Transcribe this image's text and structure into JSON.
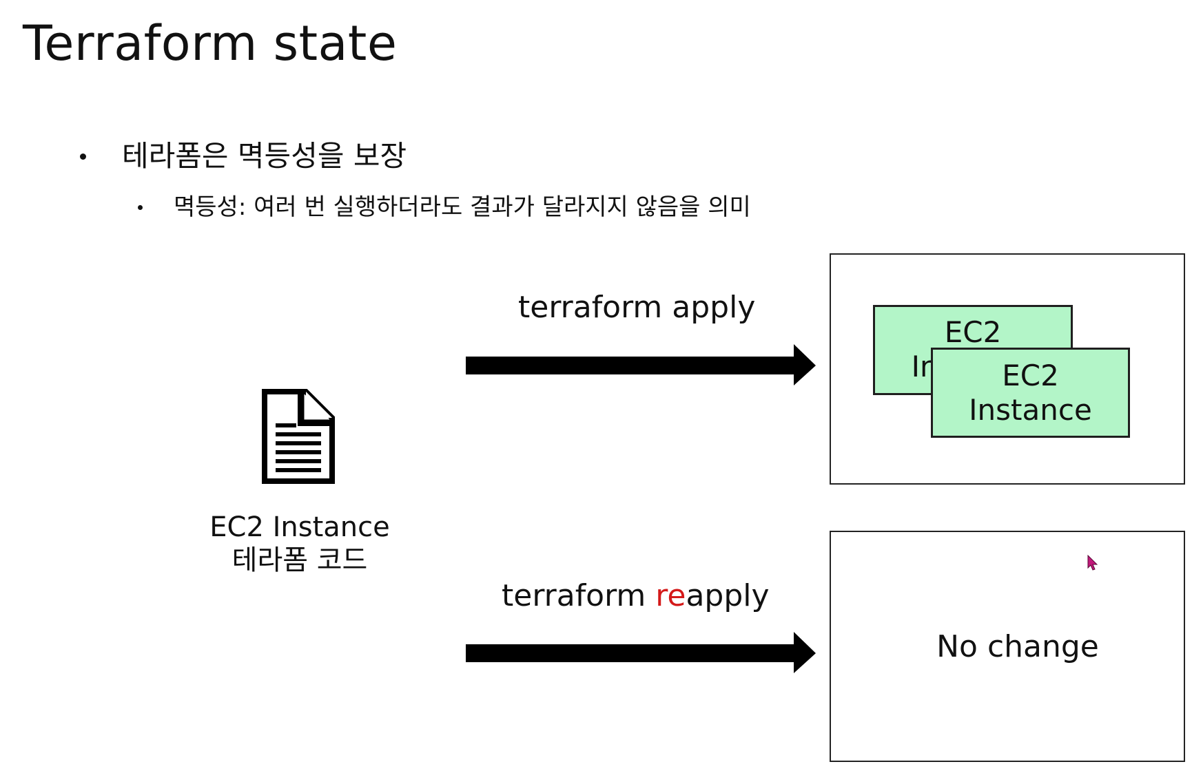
{
  "slide": {
    "title": "Terraform state"
  },
  "bullets": {
    "level1": "테라폼은 멱등성을 보장",
    "level2": "멱등성: 여러 번 실행하더라도 결과가 달라지지 않음을 의미"
  },
  "code_file": {
    "icon": "document-icon",
    "caption_line1": "EC2 Instance",
    "caption_line2": "테라폼 코드"
  },
  "apply_flow": {
    "label": "terraform apply",
    "result": {
      "instances": [
        {
          "line1": "EC2",
          "line2": "Instance"
        },
        {
          "line1": "EC2",
          "line2": "Instance"
        }
      ]
    }
  },
  "reapply_flow": {
    "label_prefix": "terraform ",
    "label_highlight": "re",
    "label_suffix": "apply",
    "result_text": "No change"
  },
  "colors": {
    "highlight": "#d41a1a",
    "instance_fill": "#b3f5c8",
    "cursor": "#c2187a"
  }
}
